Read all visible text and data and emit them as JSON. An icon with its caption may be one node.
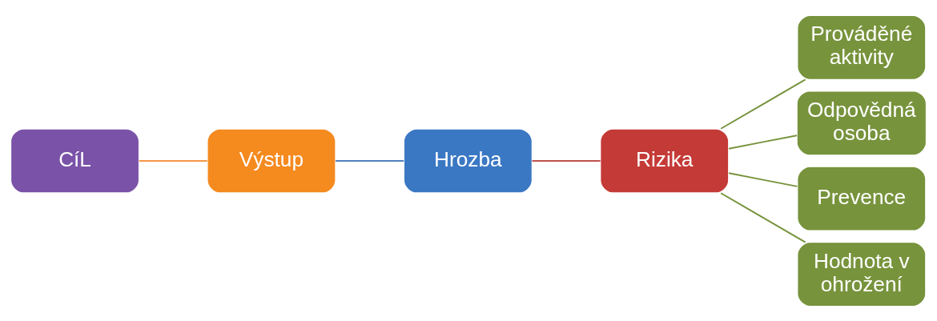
{
  "diagram": {
    "nodes": [
      {
        "text": [
          "CíL"
        ]
      },
      {
        "text": [
          "Výstup"
        ]
      },
      {
        "text": [
          "Hrozba"
        ]
      },
      {
        "text": [
          "Rizika"
        ]
      },
      {
        "text": [
          "Prováděné aktivity"
        ]
      },
      {
        "text": [
          "Odpovědná osoba"
        ]
      },
      {
        "text": [
          "Prevence"
        ]
      },
      {
        "text": [
          "Hodnota v ohrožení"
        ]
      }
    ],
    "edges": [
      {
        "from": 0,
        "to": 1,
        "arrow": "none",
        "color": "#f79646"
      },
      {
        "from": 1,
        "to": 2,
        "arrow": "none",
        "color": "#4f81bd"
      },
      {
        "from": 2,
        "to": 3,
        "arrow": "none",
        "color": "#c0504d"
      },
      {
        "from": 3,
        "to": 4,
        "arrow": "none"
      },
      {
        "from": 3,
        "to": 5,
        "arrow": "none"
      },
      {
        "from": 3,
        "to": 6,
        "arrow": "none"
      },
      {
        "from": 3,
        "to": 7,
        "arrow": "none"
      }
    ]
  }
}
